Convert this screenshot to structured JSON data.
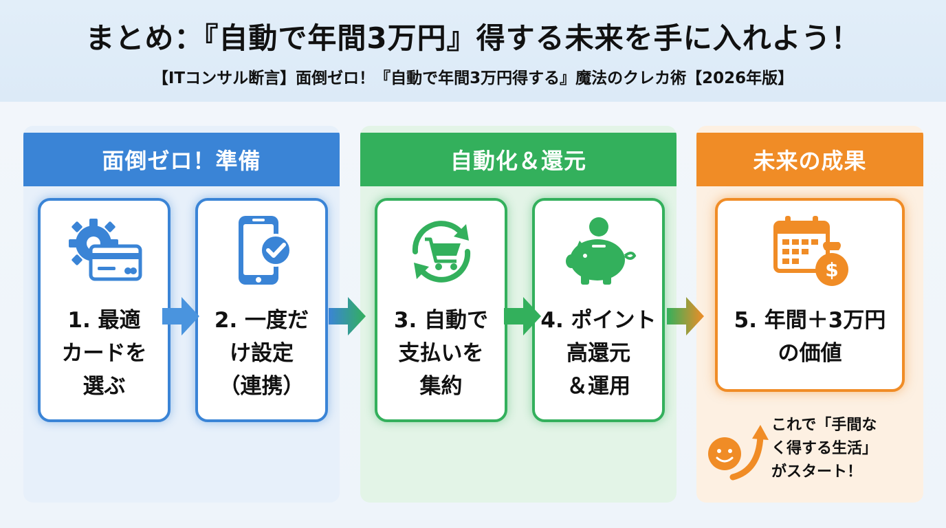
{
  "header": {
    "title": "まとめ：『自動で年間3万円』得する未来を手に入れよう！",
    "subtitle": "【ITコンサル断言】面倒ゼロ！『自動で年間3万円得する』魔法のクレカ術【2026年版】"
  },
  "sections": [
    {
      "label": "面倒ゼロ！準備",
      "color": "#3a84d6"
    },
    {
      "label": "自動化＆還元",
      "color": "#33b05c"
    },
    {
      "label": "未来の成果",
      "color": "#f08c26"
    }
  ],
  "steps": [
    {
      "label": "1. 最適\nカードを\n選ぶ",
      "icon": "gear-credit-card-icon"
    },
    {
      "label": "2. 一度だ\nけ設定\n（連携）",
      "icon": "smartphone-check-icon"
    },
    {
      "label": "3. 自動で\n支払いを\n集約",
      "icon": "cart-cycle-icon"
    },
    {
      "label": "4. ポイント\n高還元\n＆運用",
      "icon": "piggy-bank-icon"
    },
    {
      "label": "5. 年間＋3万円\nの価値",
      "icon": "calendar-money-bag-icon"
    }
  ],
  "footer": {
    "message": "これで「手間な\nく得する生活」\nがスタート！",
    "icon": "smile-up-arrow-icon"
  },
  "colors": {
    "blue": "#3a84d6",
    "green": "#33b05c",
    "orange": "#f08c26"
  }
}
